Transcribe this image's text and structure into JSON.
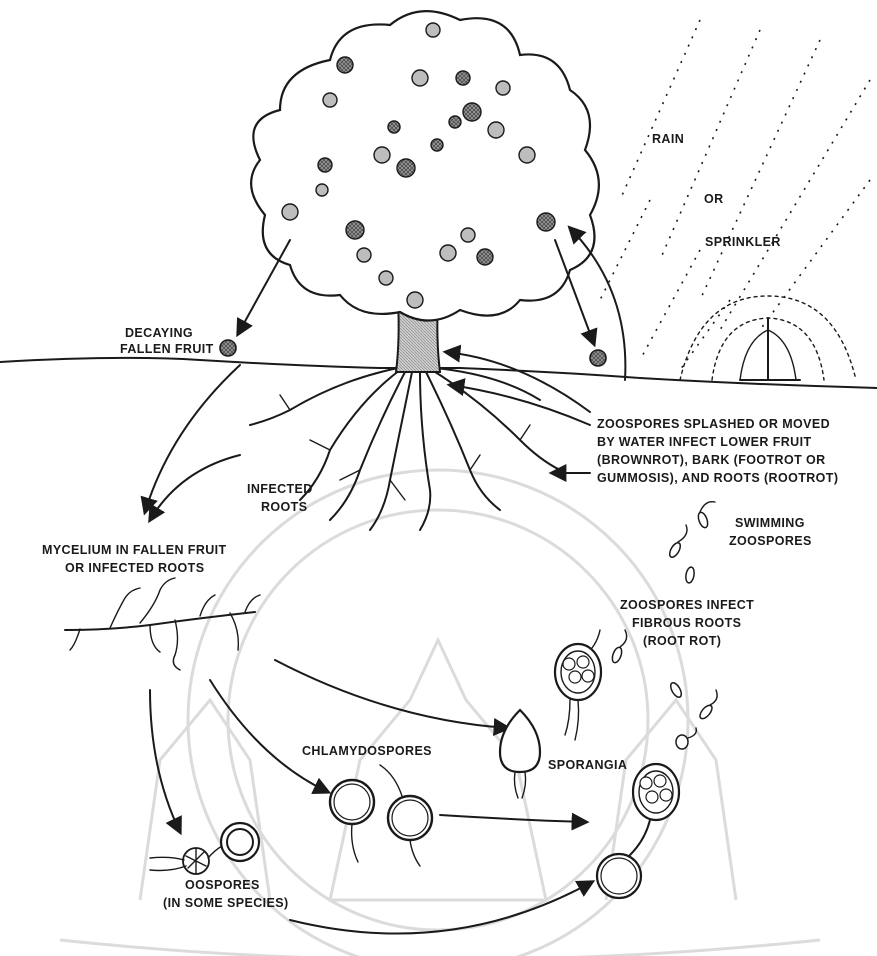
{
  "labels": {
    "rain": "RAIN",
    "or": "OR",
    "sprinkler": "SPRINKLER",
    "decaying_1": "DECAYING",
    "decaying_2": "FALLEN FRUIT",
    "zoo_splash_1": "ZOOSPORES SPLASHED OR MOVED",
    "zoo_splash_2": "BY WATER INFECT LOWER FRUIT",
    "zoo_splash_3": "(BROWNROT), BARK (FOOTROT OR",
    "zoo_splash_4": "GUMMOSIS), AND ROOTS (ROOTROT)",
    "infected_roots_1": "INFECTED",
    "infected_roots_2": "ROOTS",
    "mycelium_1": "MYCELIUM IN FALLEN FRUIT",
    "mycelium_2": "OR INFECTED ROOTS",
    "swimming_1": "SWIMMING",
    "swimming_2": "ZOOSPORES",
    "zoo_infect_1": "ZOOSPORES INFECT",
    "zoo_infect_2": "FIBROUS ROOTS",
    "zoo_infect_3": "(ROOT ROT)",
    "chlamydospores": "CHLAMYDOSPORES",
    "sporangia": "SPORANGIA",
    "oospores_1": "OOSPORES",
    "oospores_2": "(IN SOME SPECIES)"
  },
  "colors": {
    "ink": "#1a1a1a",
    "canopy_fill": "#ffffff",
    "fruit_light": "#bdbdbd",
    "fruit_dark": "#5a5a5a",
    "trunk_fill": "#c8c8c8",
    "watermark": "#d8d8d8"
  }
}
